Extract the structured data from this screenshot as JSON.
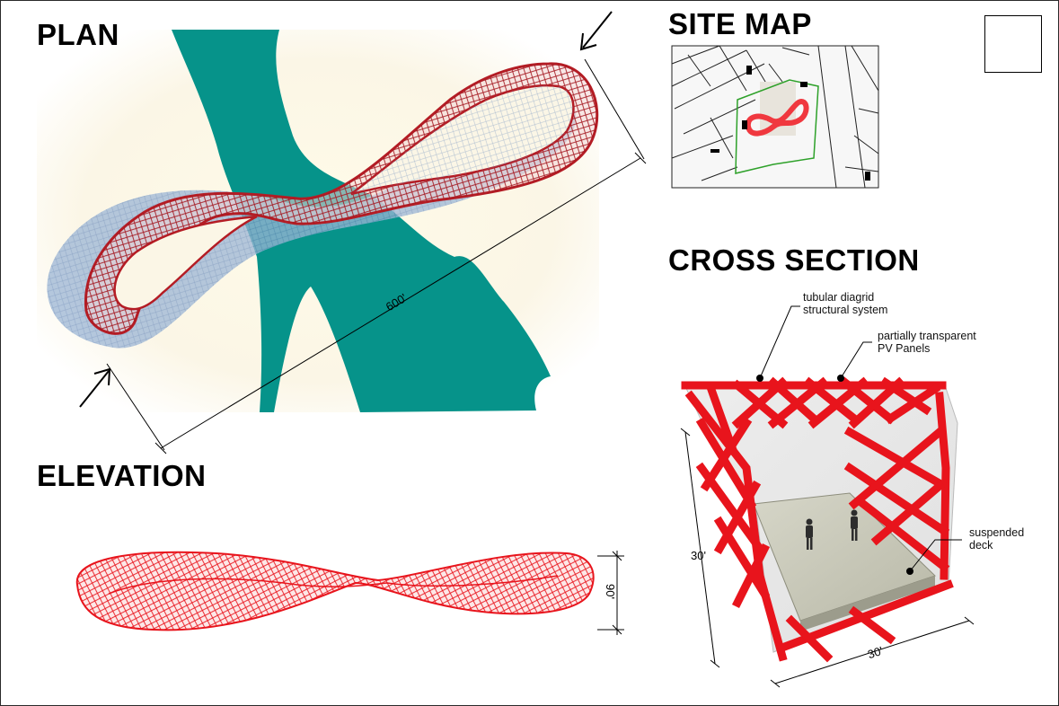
{
  "sections": {
    "plan": "PLAN",
    "site_map": "SITE MAP",
    "cross_section": "CROSS SECTION",
    "elevation": "ELEVATION"
  },
  "dimensions": {
    "plan_length": "600'",
    "elevation_height": "90'",
    "section_height": "30'",
    "section_width": "30'"
  },
  "annotations": {
    "diagrid": [
      "tubular diagrid",
      "structural system"
    ],
    "pv_panels": [
      "partially transparent",
      "PV Panels"
    ],
    "deck": [
      "suspended",
      "deck"
    ]
  },
  "colors": {
    "structure": "#e8141c",
    "water": "#06938a",
    "shadow": "#9cb6d6",
    "deck": "#cfcfc2",
    "line": "#000000"
  },
  "icons": {
    "arrow": "arrow-icon",
    "person": "person-icon",
    "callout": "leader-dot-icon"
  }
}
